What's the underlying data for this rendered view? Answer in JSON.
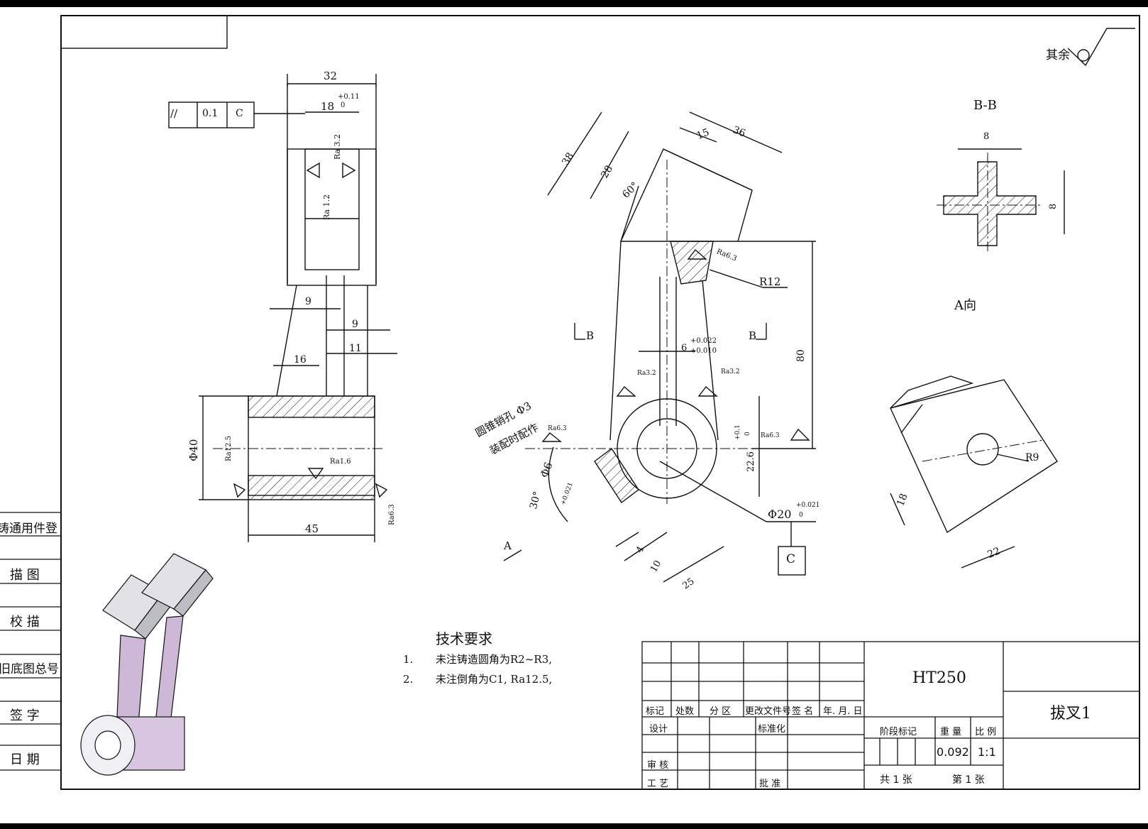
{
  "drawing": {
    "remaining_roughness": "其余",
    "section_label": "B-B",
    "view_a_label": "A向",
    "note_title": "技术要求",
    "notes": [
      {
        "num": "1.",
        "text": "未注铸造圆角为R2~R3,"
      },
      {
        "num": "2.",
        "text": "未注倒角为C1, Ra12.5,"
      }
    ],
    "pin_note_line1": "圆锥销孔 Φ3",
    "pin_note_line2": "装配时配作",
    "datum_c": "C",
    "view_arrow_a": "A",
    "section_b_left": "B",
    "section_b_right": "B"
  },
  "dimensions": {
    "w32": "32",
    "w18": "18",
    "tol_011_up": "+0.11",
    "tol_011_lo": "0",
    "ra32": "Ra 3.2",
    "ra12": "Ra 1.2",
    "d9a": "9",
    "d9b": "9",
    "d11": "11",
    "d16": "16",
    "dia40": "Φ40",
    "ra125": "Ra12.5",
    "ra16": "Ra1.6",
    "ra63a": "Ra6.3",
    "w45": "45",
    "parallel_sym": "//",
    "parallel_tol": "0.1",
    "parallel_datum": "C",
    "d38": "38",
    "d28": "28",
    "ang60": "60°",
    "d15": "15",
    "d36": "36",
    "ra63b": "Ra6.3",
    "r12": "R12",
    "d80": "80",
    "d6": "6",
    "tol_022_up": "+0.022",
    "tol_022_lo": "+0.010",
    "ra32b": "Ra3.2",
    "ra32c": "Ra3.2",
    "ra63c": "Ra6.3",
    "ra63d": "Ra6.3",
    "d226": "22.6",
    "tol_01": "+0.1",
    "tol_01lo": "0",
    "dia6": "Φ6",
    "tol_6": "+0.021",
    "ang30": "30°",
    "d4": "4",
    "d10": "10",
    "d25": "25",
    "dia20": "Φ20",
    "tol_20up": "+0.021",
    "tol_20lo": "0",
    "bb8a": "8",
    "bb8b": "8",
    "r9": "R9",
    "d18": "18",
    "d22": "22"
  },
  "side_column": [
    "铸通用件登记",
    "描 图",
    "校 描",
    "旧底图总号",
    "签 字",
    "日 期"
  ],
  "title_block": {
    "material": "HT250",
    "name": "拔叉1",
    "rev_headers": [
      "标记",
      "处数",
      "分 区",
      "更改文件号",
      "签 名",
      "年. 月. 日"
    ],
    "design": "设计",
    "standardize": "标准化",
    "review": "审 核",
    "process": "工 艺",
    "approve": "批 准",
    "stage_mark": "阶段标记",
    "weight_label": "重 量",
    "scale_label": "比 例",
    "weight": "0.092",
    "scale": "1:1",
    "sheets_total": "共 1 张",
    "sheet_no": "第 1 张"
  },
  "colors": {
    "line": "#111111",
    "iso_face": "#e2e2e6",
    "iso_shade": "#cdb8d8",
    "frame": "#222222"
  }
}
